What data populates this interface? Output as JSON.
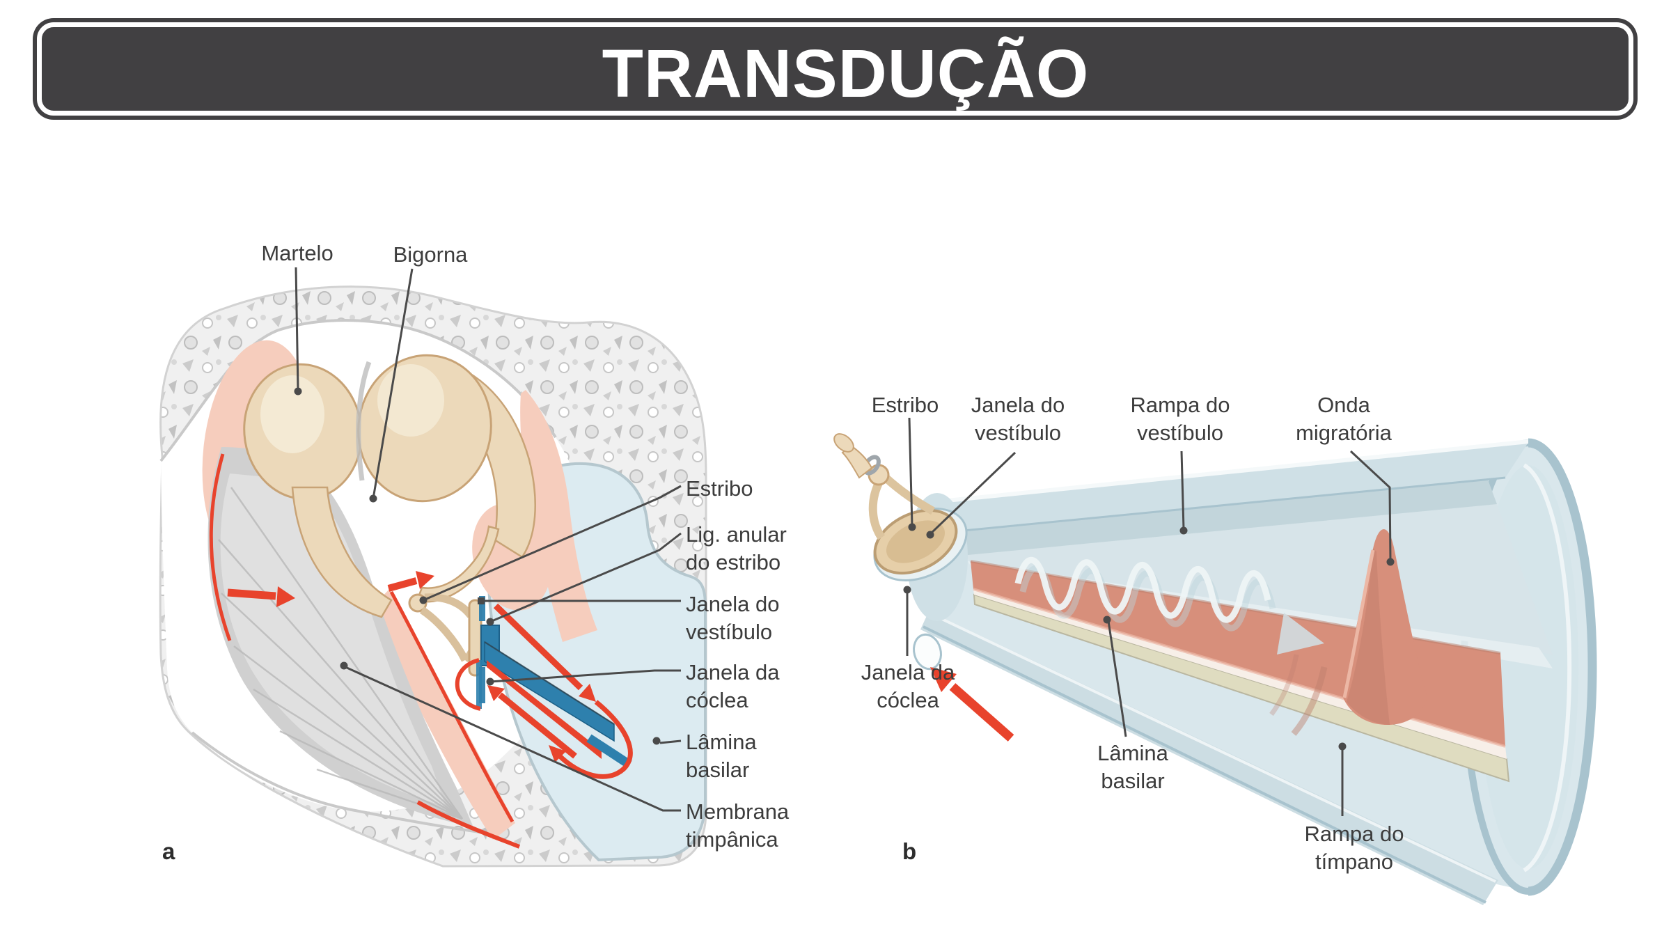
{
  "title": "TRANSDUÇÃO",
  "colors": {
    "title_bg": "#414042",
    "title_text": "#ffffff",
    "label_text": "#3c3c3c",
    "leader_line": "#4a4a4a",
    "arrow_red": "#e8432c",
    "bone_fill": "#ecd9ba",
    "bone_edge": "#c8a376",
    "bone_highlight": "#f6ecd8",
    "tissue_pink": "#f6cdbd",
    "membrane_gray": "#d0d0d0",
    "fluid_blue": "#dcebf1",
    "fluid_edge": "#b5c7ce",
    "window_blue": "#2e80ad",
    "shell_blue": "#d9e7ec",
    "shell_edge": "#a8c3ce",
    "shell_highlight": "#f5f9fa",
    "interior_blue": "#d7e4e9",
    "membrane_salmon": "#d78f7b",
    "salmon_shade": "#c27f6d",
    "salmon_highlight": "#ecb7a5",
    "cream_layer": "#dfdcc0",
    "wave_white": "#eef4f6"
  },
  "figure_a": {
    "panel_letter": "a",
    "labels": {
      "martelo": "Martelo",
      "bigorna": "Bigorna",
      "estribo": "Estribo",
      "lig_anular_do_estribo": "Lig. anular\ndo estribo",
      "janela_do_vestibulo": "Janela do\nvestíbulo",
      "janela_da_coclea": "Janela da\ncóclea",
      "lamina_basilar": "Lâmina\nbasilar",
      "membrana_timpanica": "Membrana\ntimpânica"
    }
  },
  "figure_b": {
    "panel_letter": "b",
    "labels": {
      "estribo": "Estribo",
      "janela_do_vestibulo": "Janela do\nvestíbulo",
      "rampa_do_vestibulo": "Rampa do\nvestíbulo",
      "onda_migratoria": "Onda\nmigratória",
      "janela_da_coclea": "Janela da\ncóclea",
      "lamina_basilar": "Lâmina\nbasilar",
      "rampa_do_timpano": "Rampa do\ntímpano"
    }
  }
}
